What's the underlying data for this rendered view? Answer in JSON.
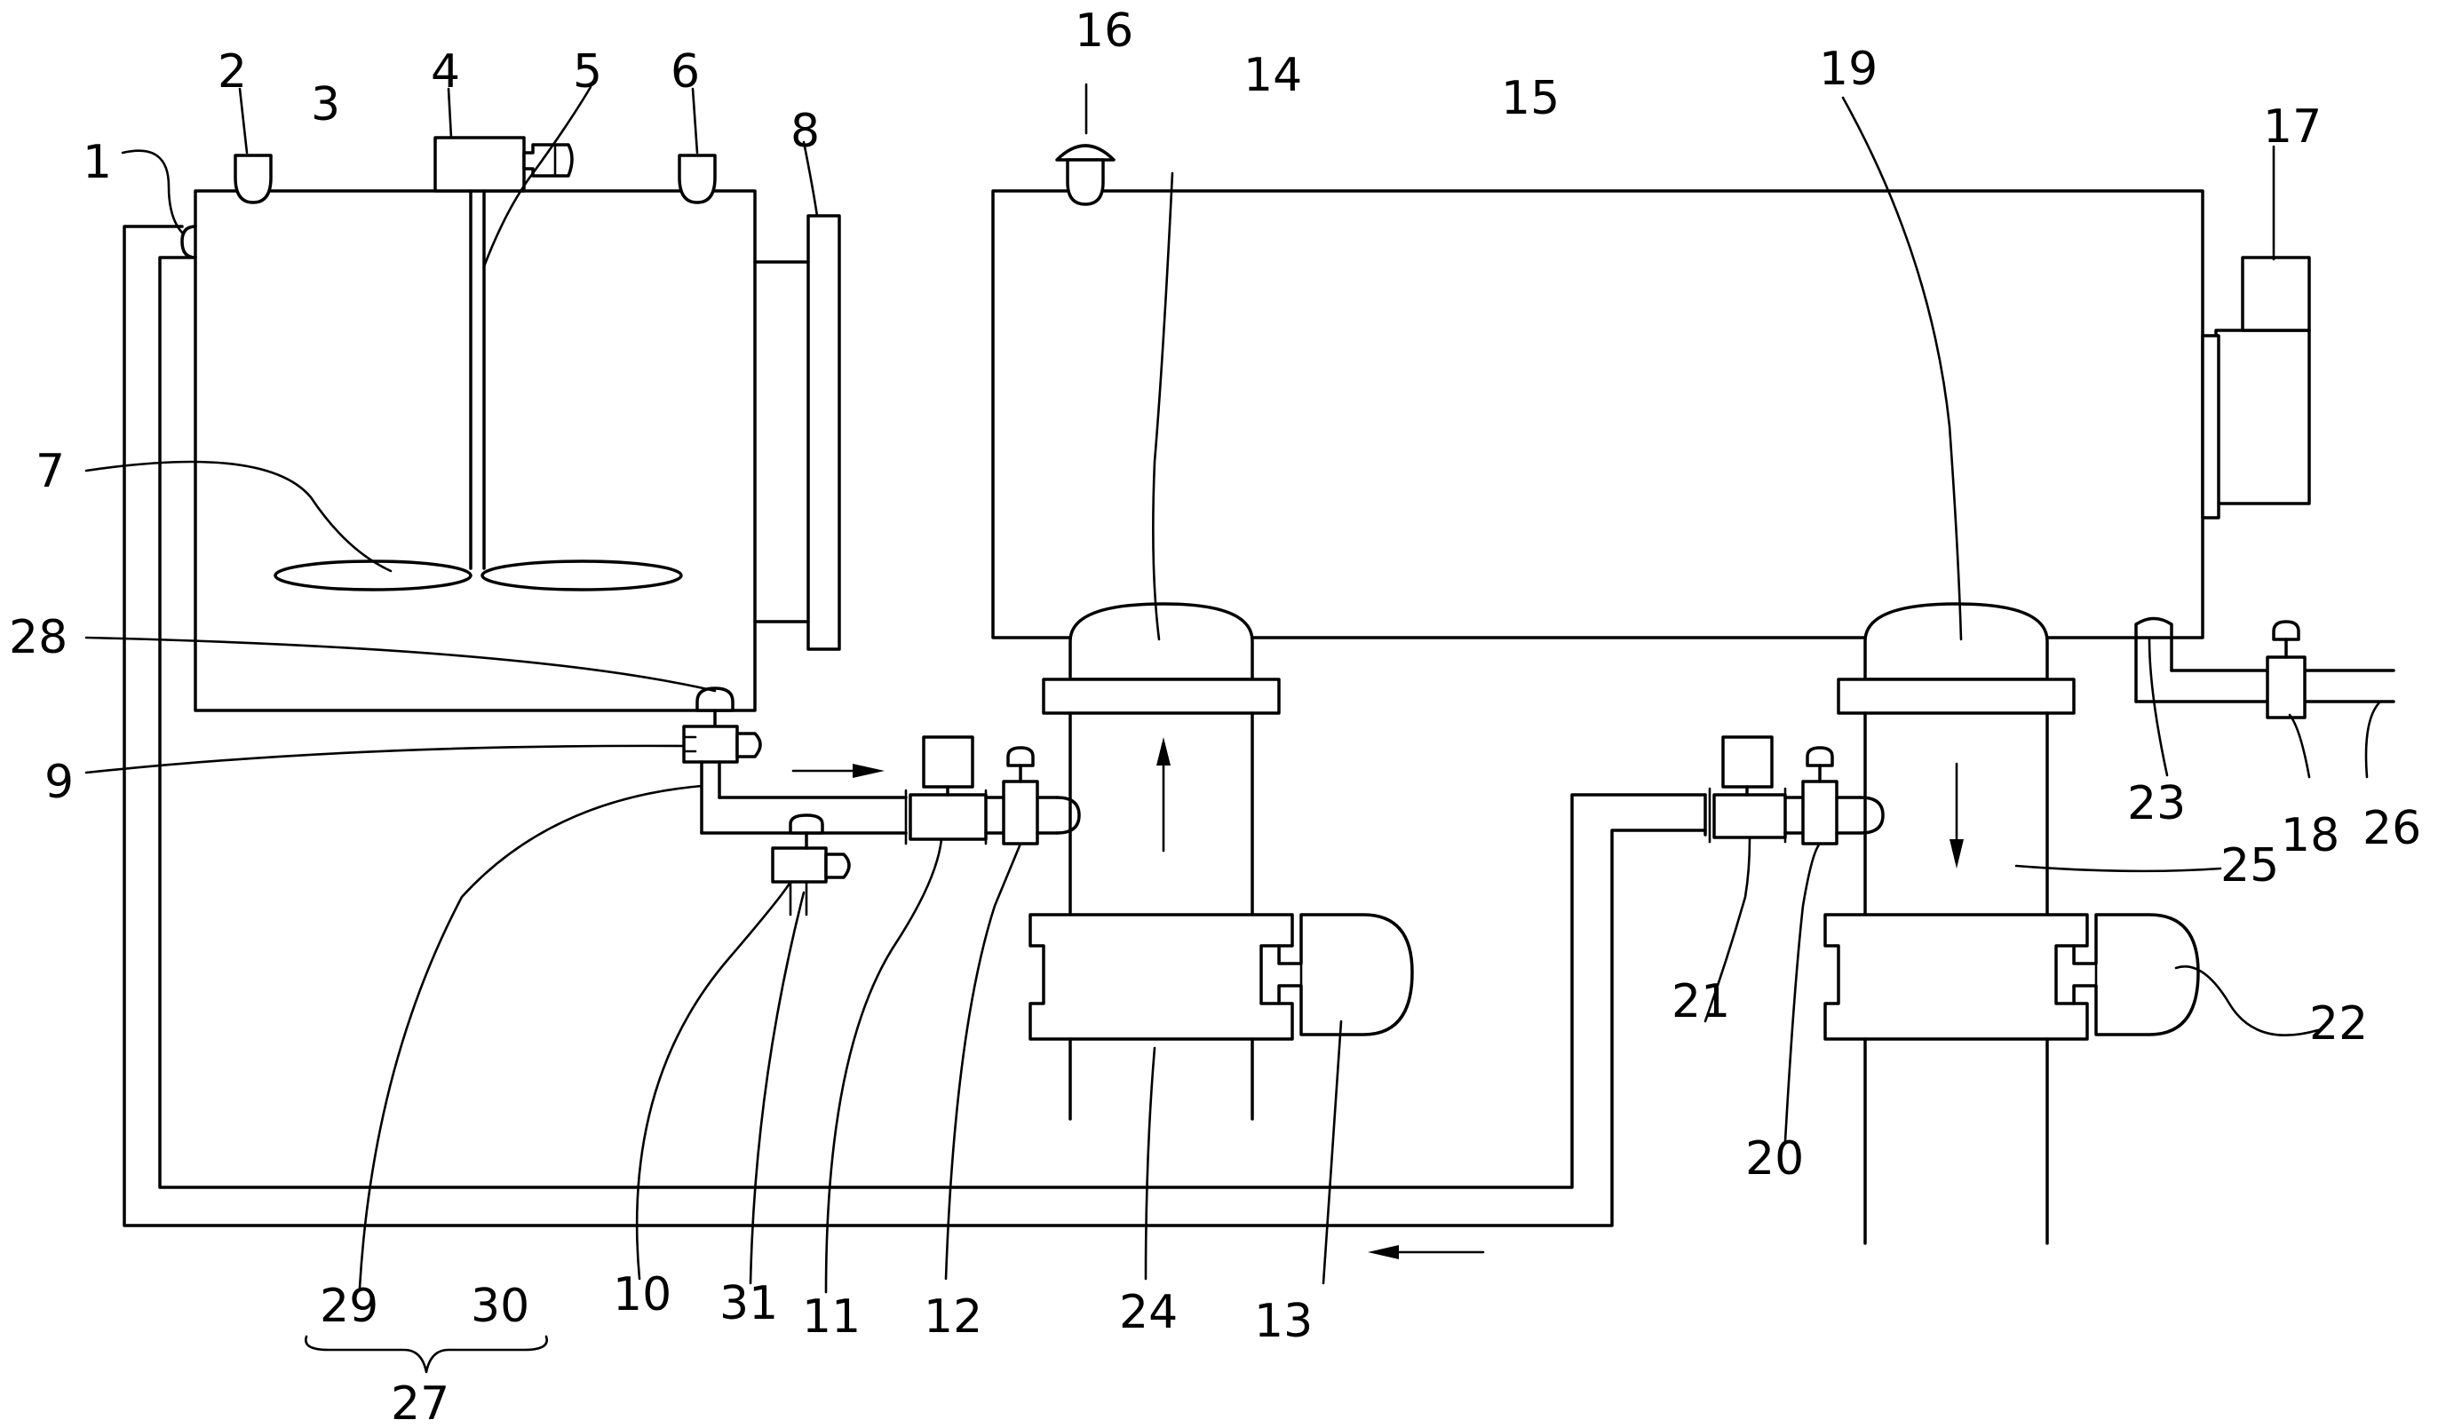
{
  "diagram": {
    "type": "process-schematic",
    "labels": {
      "n1": "1",
      "n2": "2",
      "n3": "3",
      "n4": "4",
      "n5": "5",
      "n6": "6",
      "n7": "7",
      "n8": "8",
      "n9": "9",
      "n10": "10",
      "n11": "11",
      "n12": "12",
      "n13": "13",
      "n14": "14",
      "n15": "15",
      "n16": "16",
      "n17": "17",
      "n18": "18",
      "n19": "19",
      "n20": "20",
      "n21": "21",
      "n22": "22",
      "n23": "23",
      "n24": "24",
      "n25": "25",
      "n26": "26",
      "n27": "27",
      "n28": "28",
      "n29": "29",
      "n30": "30",
      "n31": "31"
    },
    "flow_arrows": [
      "right",
      "up",
      "down",
      "left"
    ]
  }
}
